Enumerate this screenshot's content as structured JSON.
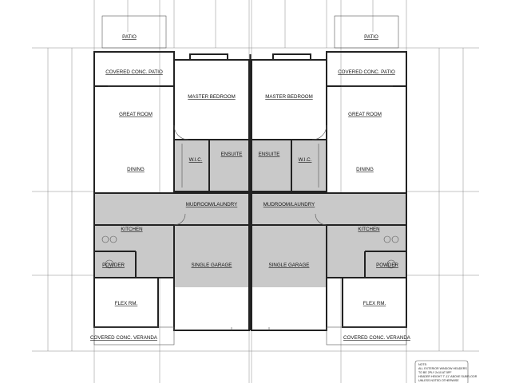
{
  "plan": {
    "left_unit": {
      "rooms": [
        "PATIO",
        "COVERED CONC. PATIO",
        "GREAT ROOM",
        "MASTER BEDROOM",
        "W.I.C.",
        "ENSUITE",
        "DINING",
        "MUDROOM/LAUNDRY",
        "KITCHEN",
        "SINGLE GARAGE",
        "POWDER",
        "FLEX RM.",
        "COVERED CONC. VERANDA"
      ]
    },
    "right_unit": {
      "rooms": [
        "PATIO",
        "COVERED CONC. PATIO",
        "GREAT ROOM",
        "MASTER BEDROOM",
        "W.I.C.",
        "ENSUITE",
        "DINING",
        "MUDROOM/LAUNDRY",
        "KITCHEN",
        "SINGLE GARAGE",
        "POWDER",
        "FLEX RM.",
        "COVERED CONC. VERANDA"
      ]
    },
    "note": [
      "NOTE:",
      "ALL EXTERIOR WINDOW HEADERS",
      "TO BE 2PLY 2x10 AT 5PF",
      "HEADER HEIGHT 7'-11\" ABOVE SUBFLOOR",
      "UNLESS NOTED OTHERWISE"
    ],
    "colors": {
      "wet_area_fill": "#c9c9c9",
      "line": "#222222"
    }
  }
}
